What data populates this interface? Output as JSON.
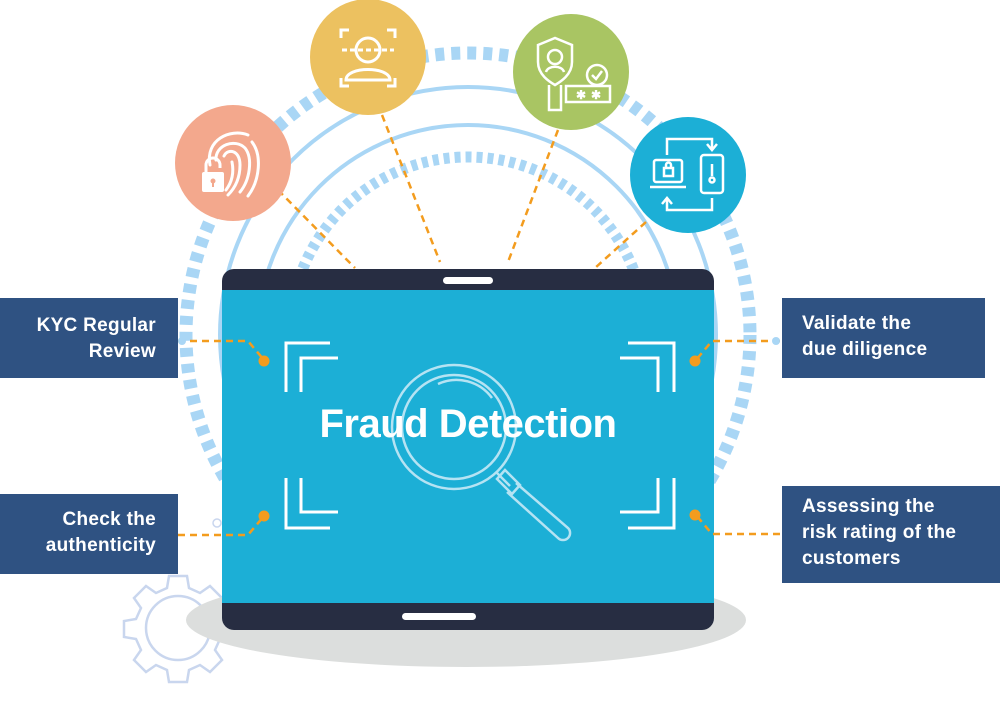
{
  "title": "Fraud Detection",
  "colors": {
    "label_bg": "#2f5282",
    "screen_blue": "#1cafd6",
    "bezel": "#272d42",
    "connector_orange": "#f39c1e",
    "ring_blue": "#a9d6f5",
    "shadow_gray": "#dcdedd",
    "gear_outline": "#c9d6ee"
  },
  "labels": {
    "kyc_review": "KYC Regular Review",
    "kyc_review_line1": "KYC Regular",
    "kyc_review_line2": "Review",
    "check_authenticity_line1": "Check the",
    "check_authenticity_line2": "authenticity",
    "validate_line1": "Validate the",
    "validate_line2": "due diligence",
    "assess_line1": "Assessing the",
    "assess_line2": "risk rating of the",
    "assess_line3": "customers"
  },
  "icons": [
    {
      "name": "fingerprint-lock-icon",
      "color": "#f3a88d"
    },
    {
      "name": "face-recognition-icon",
      "color": "#ecc160"
    },
    {
      "name": "identity-key-password-icon",
      "color": "#a9c563"
    },
    {
      "name": "device-sync-lock-icon",
      "color": "#1cafd6"
    }
  ]
}
